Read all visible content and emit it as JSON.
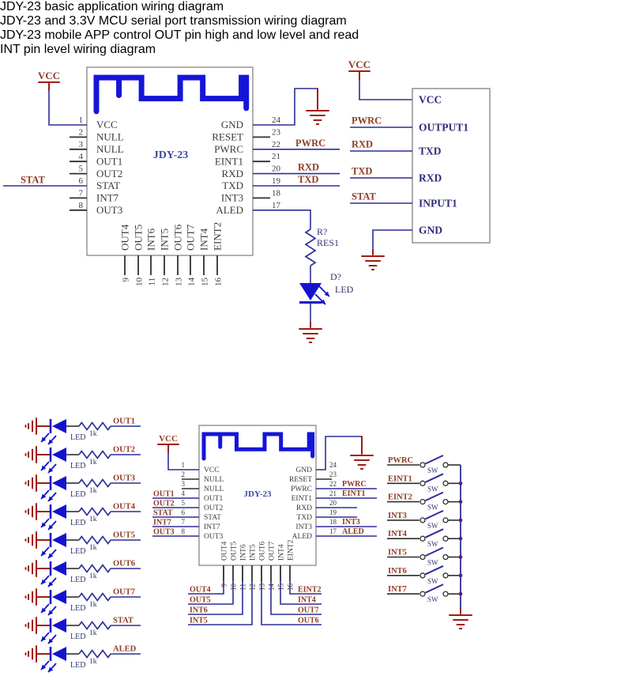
{
  "colors": {
    "wire": "#2d2d99",
    "stub": "#2f2f2f",
    "net_label": "#8e3b25",
    "power": "#a01c12",
    "antenna": "#1515d8",
    "led": "#1313cf",
    "pin_text": "#3b3b3b",
    "annot": "#34346e",
    "box_text": "#2c2c7a",
    "chip_name": "#3a4ba3",
    "border": "#909090",
    "junction": "#b01515",
    "title": "#1c1c1c"
  },
  "titles": {
    "t1l1": "JDY-23 basic application wiring diagram",
    "t1l2": "JDY-23 and 3.3V MCU serial port transmission wiring diagram",
    "t2l1": "JDY-23 mobile APP control OUT pin high and low level and read",
    "t2l2": "INT pin level wiring diagram"
  },
  "chip": {
    "name": "JDY-23",
    "left_pins": [
      [
        "1",
        "VCC"
      ],
      [
        "2",
        "NULL"
      ],
      [
        "3",
        "NULL"
      ],
      [
        "4",
        "OUT1"
      ],
      [
        "5",
        "OUT2"
      ],
      [
        "6",
        "STAT"
      ],
      [
        "7",
        "INT7"
      ],
      [
        "8",
        "OUT3"
      ]
    ],
    "right_pins": [
      [
        "24",
        "GND"
      ],
      [
        "23",
        "RESET"
      ],
      [
        "22",
        "PWRC"
      ],
      [
        "21",
        "EINT1"
      ],
      [
        "20",
        "RXD"
      ],
      [
        "19",
        "TXD"
      ],
      [
        "18",
        "INT3"
      ],
      [
        "17",
        "ALED"
      ]
    ],
    "bottom_pins": [
      [
        "9",
        "OUT4"
      ],
      [
        "10",
        "OUT5"
      ],
      [
        "11",
        "INT6"
      ],
      [
        "12",
        "INT5"
      ],
      [
        "13",
        "OUT6"
      ],
      [
        "14",
        "OUT7"
      ],
      [
        "15",
        "INT4"
      ],
      [
        "16",
        "EINT2"
      ]
    ]
  },
  "diagram1": {
    "vcc_label": "VCC",
    "stat_label": "STAT",
    "right_labels": {
      "22": "PWRC",
      "20": "RXD",
      "19": "TXD"
    },
    "resistor": {
      "ref": "R?",
      "name": "RES1"
    },
    "diode": {
      "ref": "D?",
      "name": "LED"
    },
    "mcu": {
      "vcc_label": "VCC",
      "pins": [
        "VCC",
        "OUTPUT1",
        "TXD",
        "RXD",
        "INPUT1",
        "GND"
      ],
      "net_labels": [
        "PWRC",
        "RXD",
        "TXD",
        "STAT"
      ]
    }
  },
  "diagram2": {
    "vcc_label": "VCC",
    "led_rows": [
      "OUT1",
      "OUT2",
      "OUT3",
      "OUT4",
      "OUT5",
      "OUT6",
      "OUT7",
      "STAT",
      "ALED"
    ],
    "led_text": "LED",
    "res_text": "1k",
    "chip_left_labels": {
      "4": "OUT1",
      "5": "OUT2",
      "6": "STAT",
      "7": "INT7",
      "8": "OUT3"
    },
    "chip_right_labels": {
      "22": "PWRC",
      "21": "EINT1",
      "18": "INT3",
      "17": "ALED"
    },
    "fanout_left": [
      "OUT4",
      "OUT5",
      "INT6",
      "INT5"
    ],
    "fanout_right": [
      "EINT2",
      "INT4",
      "OUT7",
      "OUT6"
    ],
    "switch_rows": [
      "PWRC",
      "EINT1",
      "EINT2",
      "INT3",
      "INT4",
      "INT5",
      "INT6",
      "INT7"
    ],
    "sw_text": "SW"
  }
}
